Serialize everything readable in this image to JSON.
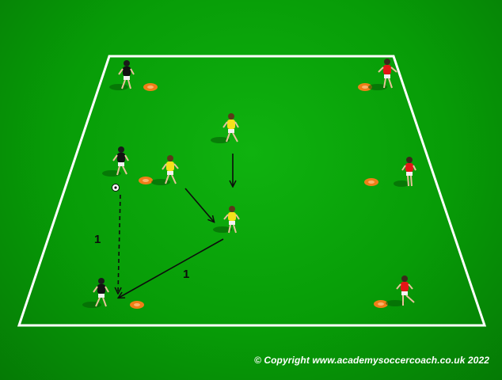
{
  "diagram": {
    "labels": [
      "1",
      "1"
    ],
    "copyright": "© Copyright www.academysoccercoach.co.uk 2022"
  },
  "colors": {
    "pitch": "#079c07",
    "field_lines": "#ffffff",
    "team_black": "#111111",
    "team_yellow": "#f4e21a",
    "team_red": "#e41616",
    "cone": "#f07d18",
    "arrow": "#0d0d0d"
  },
  "players": [
    {
      "team": "black",
      "name": "black-player-top-left"
    },
    {
      "team": "black",
      "name": "black-player-with-ball"
    },
    {
      "team": "black",
      "name": "black-player-bottom-left"
    },
    {
      "team": "yellow",
      "name": "yellow-player-left"
    },
    {
      "team": "yellow",
      "name": "yellow-player-top"
    },
    {
      "team": "yellow",
      "name": "yellow-player-center"
    },
    {
      "team": "red",
      "name": "red-player-top-right"
    },
    {
      "team": "red",
      "name": "red-player-middle-right"
    },
    {
      "team": "red",
      "name": "red-player-bottom-right"
    }
  ]
}
